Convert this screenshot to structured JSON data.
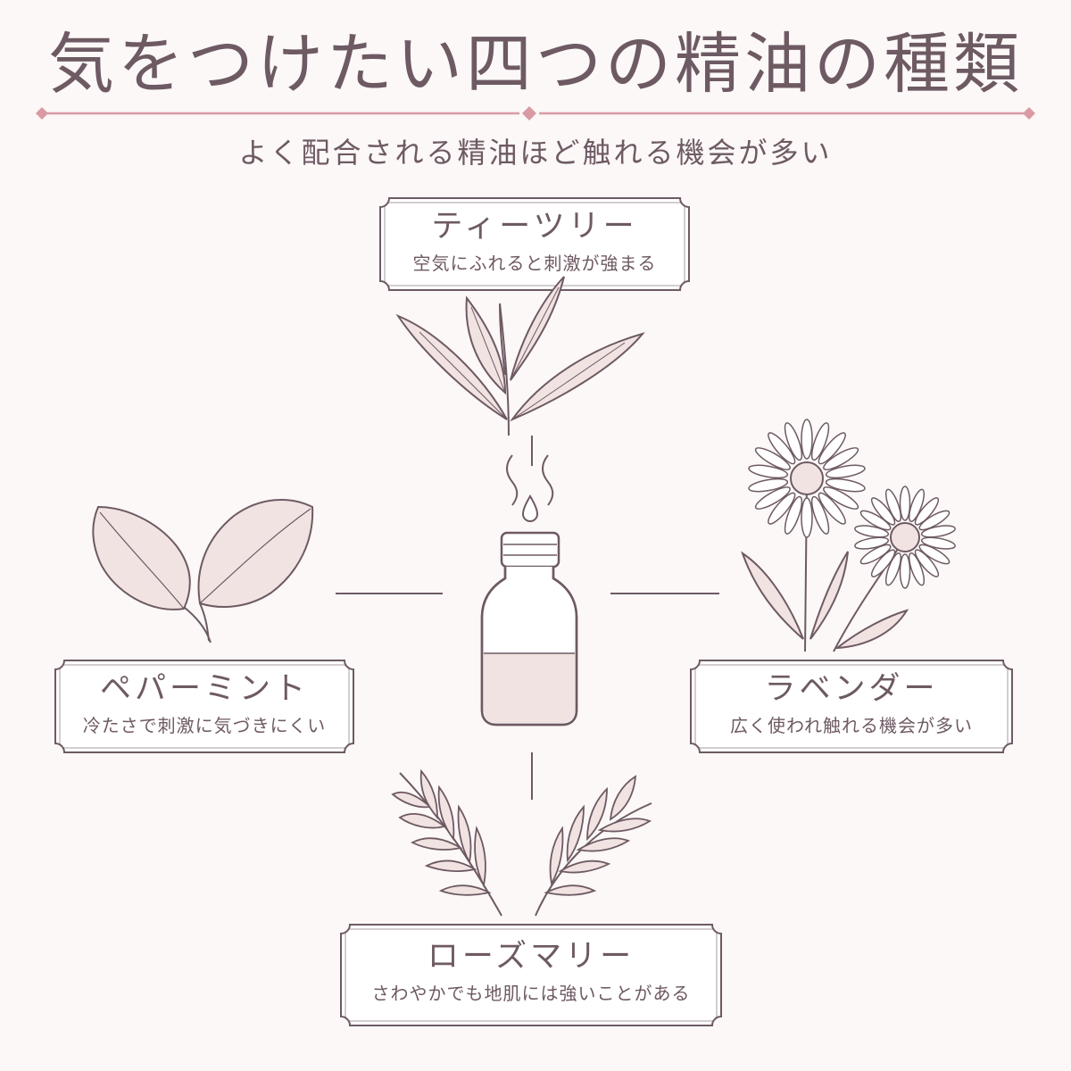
{
  "title": "気をつけたい四つの精油の種類",
  "subtitle": "よく配合される精油ほど触れる機会が多い",
  "oils": [
    {
      "name": "ティーツリー",
      "desc": "空気にふれると刺激が強まる"
    },
    {
      "name": "ペパーミント",
      "desc": "冷たさで刺激に気づきにくい"
    },
    {
      "name": "ラベンダー",
      "desc": "広く使われ触れる機会が多い"
    },
    {
      "name": "ローズマリー",
      "desc": "さわやかでも地肌には強いことがある"
    }
  ],
  "icons": {
    "top": "tea-tree-leaves-icon",
    "left": "peppermint-leaves-icon",
    "right": "daisy-flowers-icon",
    "bottom": "rosemary-sprigs-icon",
    "center": "essential-oil-bottle-icon"
  },
  "colors": {
    "line": "#6e5a63",
    "accent": "#d99aa3",
    "fill": "#f1e3e2",
    "background": "#fbf8f7"
  }
}
